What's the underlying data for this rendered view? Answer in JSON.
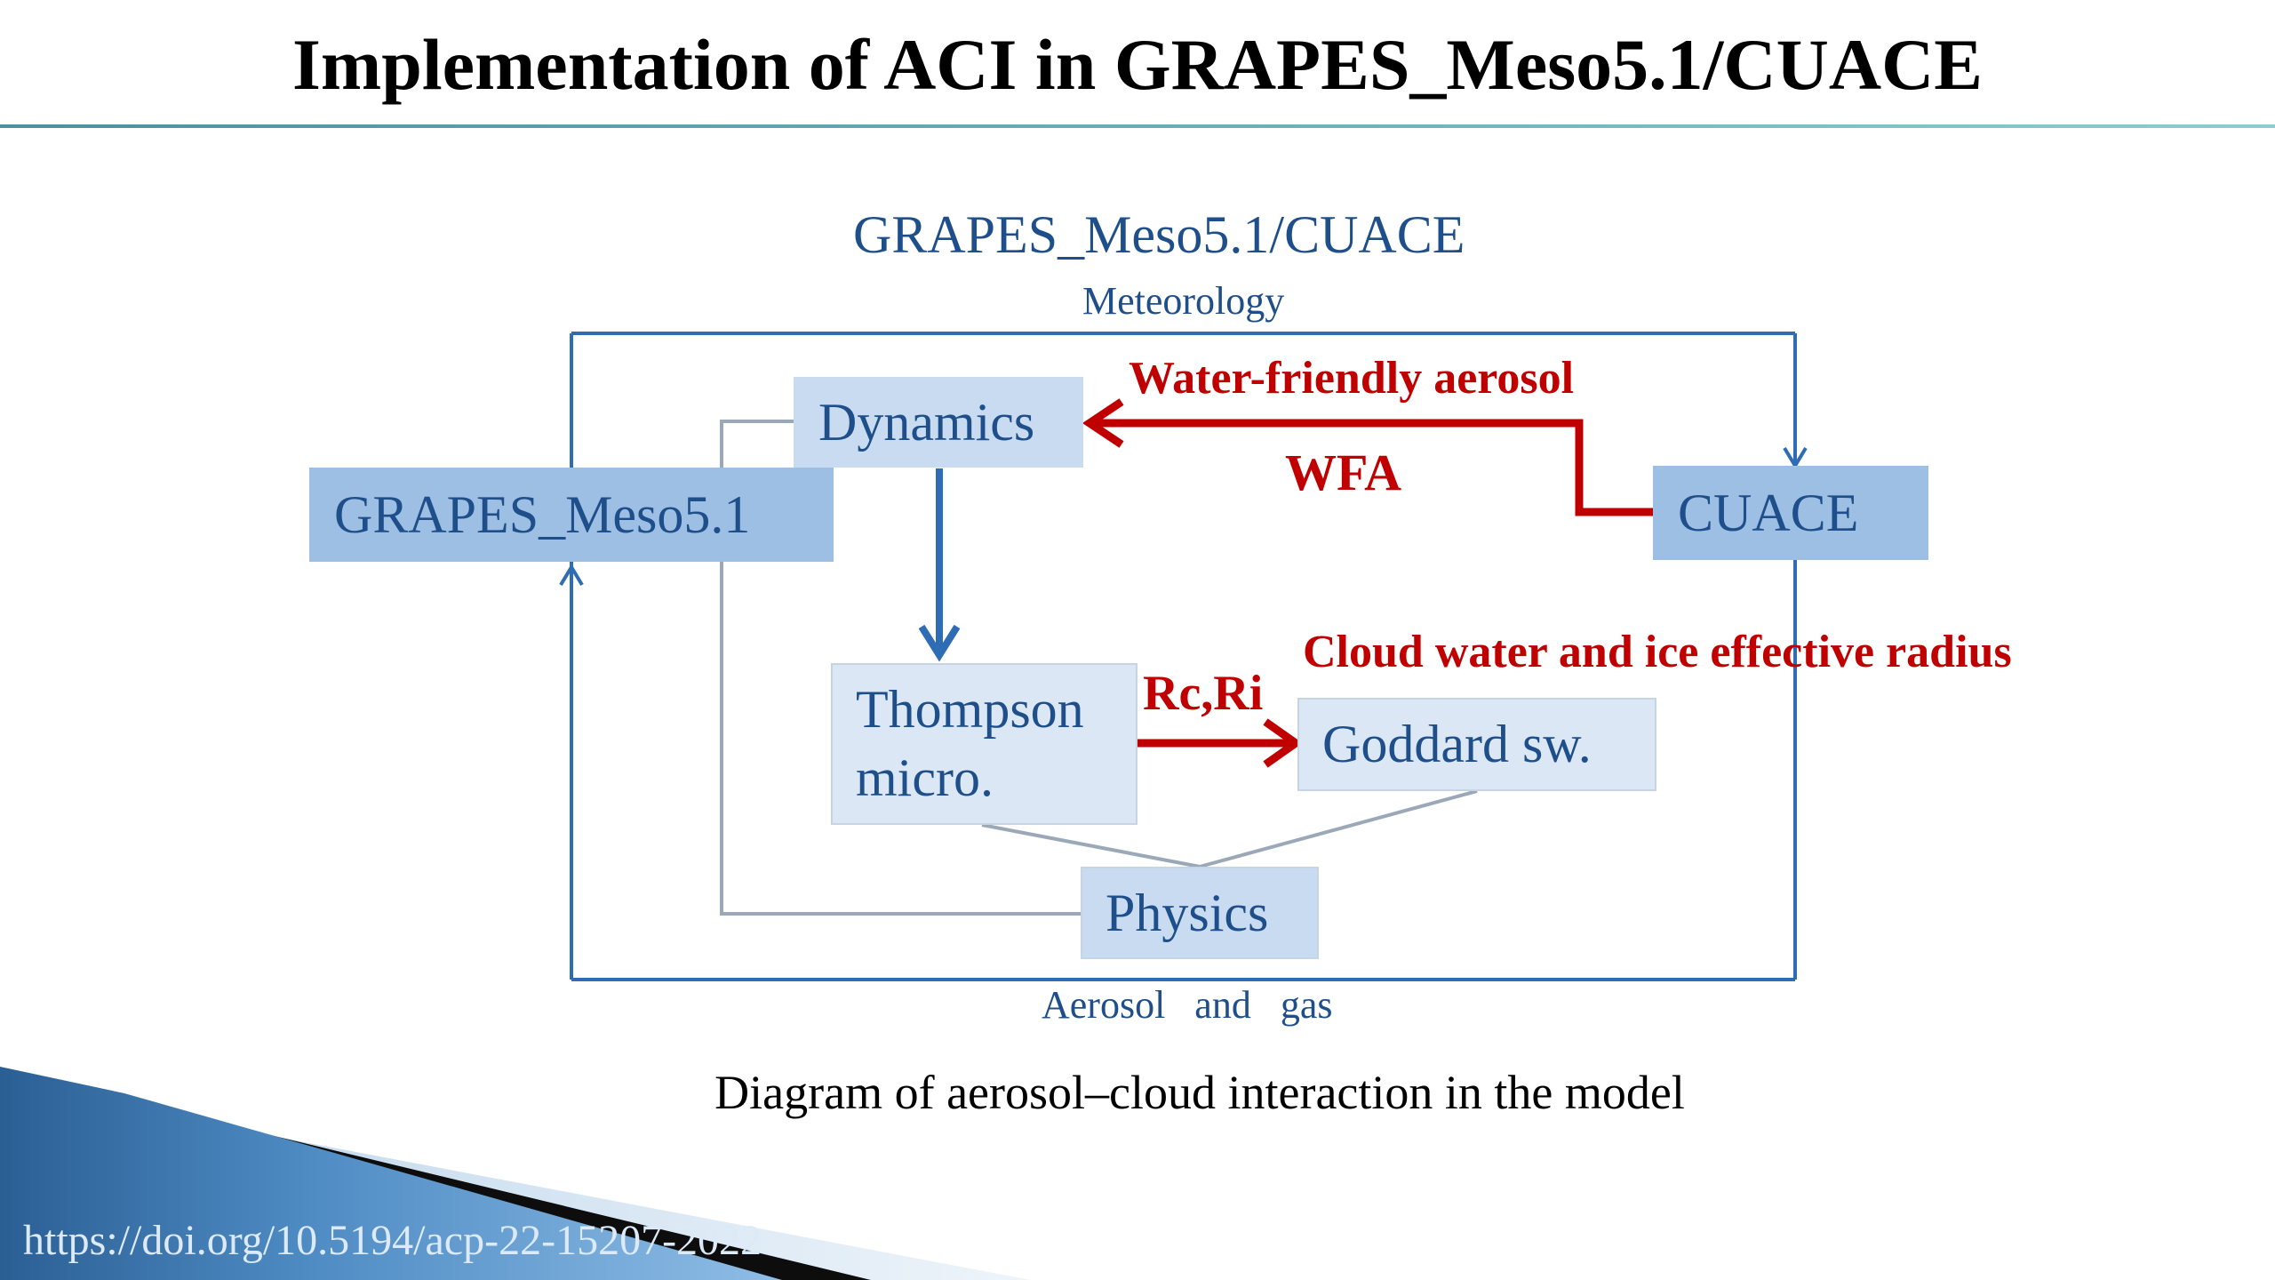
{
  "slide": {
    "title": "Implementation of ACI in GRAPES_Meso5.1/CUACE",
    "caption": "Diagram of aerosol–cloud interaction in the model",
    "doi": "https://doi.org/10.5194/acp-22-15207-2022"
  },
  "diagram": {
    "header": "GRAPES_Meso5.1/CUACE",
    "top_label": "Meteorology",
    "bottom_label": "Aerosol   and   gas",
    "nodes": {
      "grapes": "GRAPES_Meso5.1",
      "dynamics": "Dynamics",
      "cuace": "CUACE",
      "thompson": "Thompson micro.",
      "goddard": "Goddard sw.",
      "physics": "Physics"
    },
    "annotations": {
      "water_friendly": "Water-friendly aerosol",
      "wfa": "WFA",
      "cloud_radius": "Cloud water and ice effective radius",
      "rc_ri": "Rc,Ri"
    }
  },
  "colors": {
    "primary_blue": "#2e6db4",
    "accent_red": "#c00000",
    "dark_box": "#9dbfe3",
    "light_box": "#dbe7f4",
    "connector_gray": "#9aa8b8"
  }
}
